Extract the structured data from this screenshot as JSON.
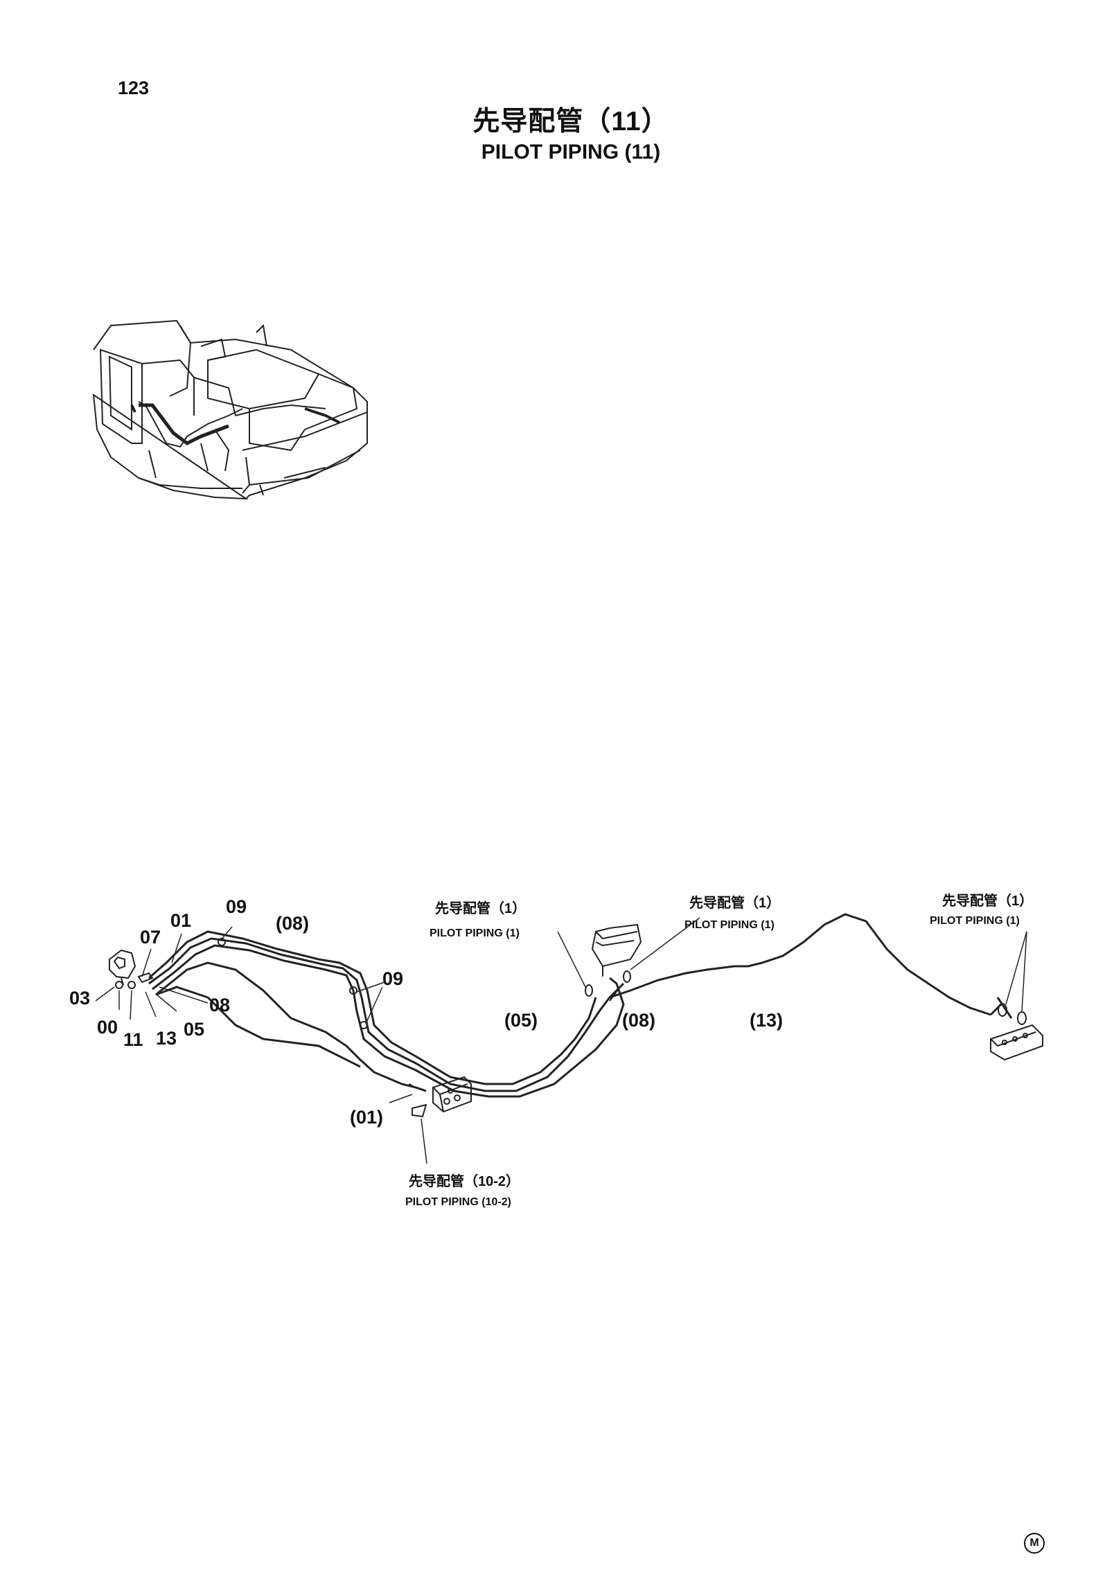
{
  "page": {
    "number": "123",
    "title_cn": "先导配管（11）",
    "title_en": "PILOT PIPING (11)",
    "mark": "M"
  },
  "callouts": [
    {
      "id": "03",
      "label": "03"
    },
    {
      "id": "00",
      "label": "00"
    },
    {
      "id": "11",
      "label": "11"
    },
    {
      "id": "13",
      "label": "13"
    },
    {
      "id": "05",
      "label": "05"
    },
    {
      "id": "08",
      "label": "08"
    },
    {
      "id": "07",
      "label": "07"
    },
    {
      "id": "01",
      "label": "01"
    },
    {
      "id": "09a",
      "label": "09"
    },
    {
      "id": "08p",
      "label": "(08)"
    },
    {
      "id": "09b",
      "label": "09"
    },
    {
      "id": "05p",
      "label": "(05)"
    },
    {
      "id": "08p2",
      "label": "(08)"
    },
    {
      "id": "13p",
      "label": "(13)"
    },
    {
      "id": "01p",
      "label": "(01)"
    }
  ],
  "references": [
    {
      "cn": "先导配管（1）",
      "en": "PILOT PIPING (1)"
    },
    {
      "cn": "先导配管（1）",
      "en": "PILOT PIPING (1)"
    },
    {
      "cn": "先导配管（1）",
      "en": "PILOT PIPING (1)"
    },
    {
      "cn": "先导配管（10-2）",
      "en": "PILOT PIPING (10-2)"
    }
  ]
}
